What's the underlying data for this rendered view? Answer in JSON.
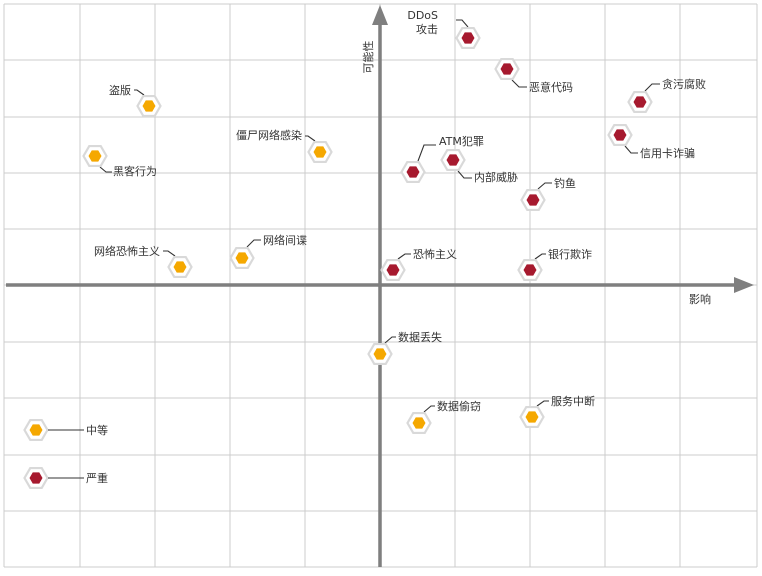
{
  "axes": {
    "x_label": "影响",
    "y_label": "可能性"
  },
  "colors": {
    "grid": "#cccccc",
    "axis": "#7f7f7f",
    "moderate": "#f5a800",
    "severe": "#a6192e",
    "hex_ring": "#d9d9d9",
    "leader": "#333333"
  },
  "legend": [
    {
      "label": "中等",
      "severity": "moderate"
    },
    {
      "label": "严重",
      "severity": "severe"
    }
  ],
  "risks": [
    {
      "label": "DDoS 攻击",
      "severity": "severe"
    },
    {
      "label": "恶意代码",
      "severity": "severe"
    },
    {
      "label": "贪污腐败",
      "severity": "severe"
    },
    {
      "label": "信用卡诈骗",
      "severity": "severe"
    },
    {
      "label": "ATM犯罪",
      "severity": "severe"
    },
    {
      "label": "内部威胁",
      "severity": "severe"
    },
    {
      "label": "钓鱼",
      "severity": "severe"
    },
    {
      "label": "恐怖主义",
      "severity": "severe"
    },
    {
      "label": "银行欺诈",
      "severity": "severe"
    },
    {
      "label": "盗版",
      "severity": "moderate"
    },
    {
      "label": "黑客行为",
      "severity": "moderate"
    },
    {
      "label": "僵尸网络感染",
      "severity": "moderate"
    },
    {
      "label": "网络间谍",
      "severity": "moderate"
    },
    {
      "label": "网络恐怖主义",
      "severity": "moderate"
    },
    {
      "label": "数据丢失",
      "severity": "moderate"
    },
    {
      "label": "数据偷窃",
      "severity": "moderate"
    },
    {
      "label": "服务中断",
      "severity": "moderate"
    }
  ]
}
